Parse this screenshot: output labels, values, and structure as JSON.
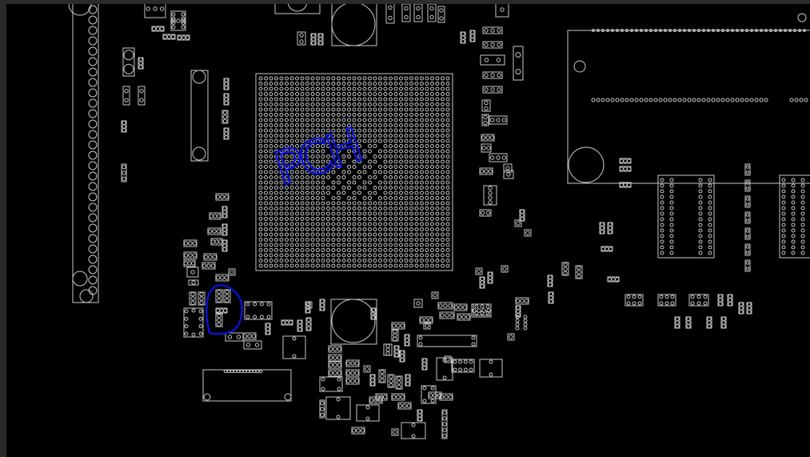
{
  "viewer": {
    "background_color": "#000000",
    "frame_color": "#2b2b2b",
    "outline_color": "#c8c8c8",
    "annotation_color": "#0a14e6"
  },
  "annotations": [
    {
      "type": "handwritten-text",
      "text": "PCH"
    },
    {
      "type": "handwritten-circle"
    }
  ]
}
